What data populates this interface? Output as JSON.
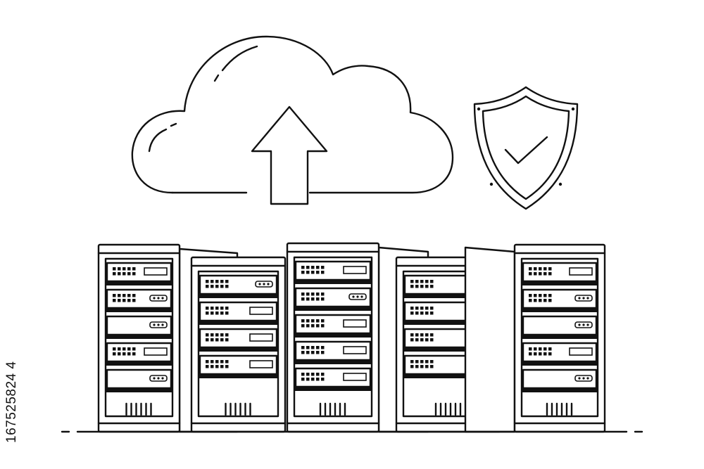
{
  "stock_id": "167525824 4",
  "stock_id_text": "167525824",
  "stock_id_suffix": "4",
  "icons": {
    "cloud": "cloud-upload-icon",
    "arrow": "upload-arrow-icon",
    "shield": "shield-check-icon",
    "server": "server-rack-icon"
  },
  "colors": {
    "line": "#111111",
    "background": "#ffffff",
    "watermark": "#dadada"
  },
  "racks": [
    {
      "name": "rack-1",
      "units": [
        "indicator-wide",
        "indicator-pill",
        "pill",
        "indicator-wide",
        "pill"
      ]
    },
    {
      "name": "rack-2",
      "units": [
        "indicator-pill",
        "indicator-wide",
        "indicator-wide",
        "indicator-wide"
      ]
    },
    {
      "name": "rack-3",
      "units": [
        "indicator-wide",
        "indicator-pill",
        "indicator-wide",
        "indicator-wide",
        "indicator-wide"
      ]
    },
    {
      "name": "rack-4",
      "units": [
        "indicator-wide",
        "indicator-pill",
        "indicator-wide",
        "indicator-wide"
      ]
    },
    {
      "name": "rack-5",
      "units": [
        "indicator-wide",
        "indicator-pill",
        "pill",
        "indicator-wide",
        "pill"
      ]
    }
  ]
}
